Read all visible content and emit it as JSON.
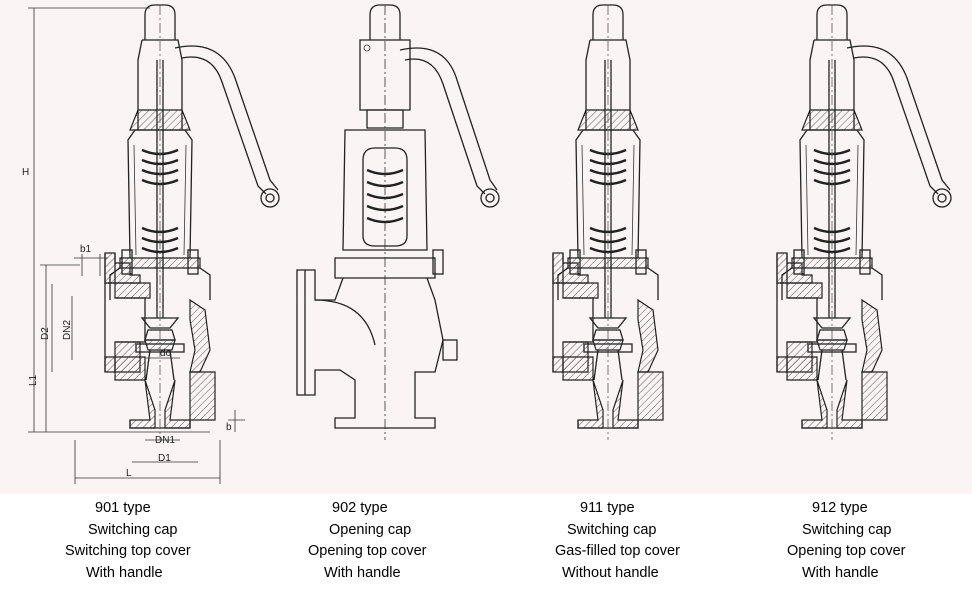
{
  "dimension_labels": {
    "H": "H",
    "b1": "b1",
    "D2": "D2",
    "DN2": "DN2",
    "do": "do",
    "L1": "L1",
    "DN1": "DN1",
    "D1": "D1",
    "L": "L",
    "b": "b"
  },
  "valves": [
    {
      "type": "901 type",
      "lines": [
        "Switching cap",
        "Switching top cover",
        "With handle"
      ]
    },
    {
      "type": "902 type",
      "lines": [
        "Opening cap",
        "Opening top cover",
        "With handle"
      ]
    },
    {
      "type": "911 type",
      "lines": [
        "Switching cap",
        "Gas-filled top cover",
        "Without handle"
      ]
    },
    {
      "type": "912 type",
      "lines": [
        "Switching cap",
        "Opening top cover",
        "With handle"
      ]
    }
  ]
}
